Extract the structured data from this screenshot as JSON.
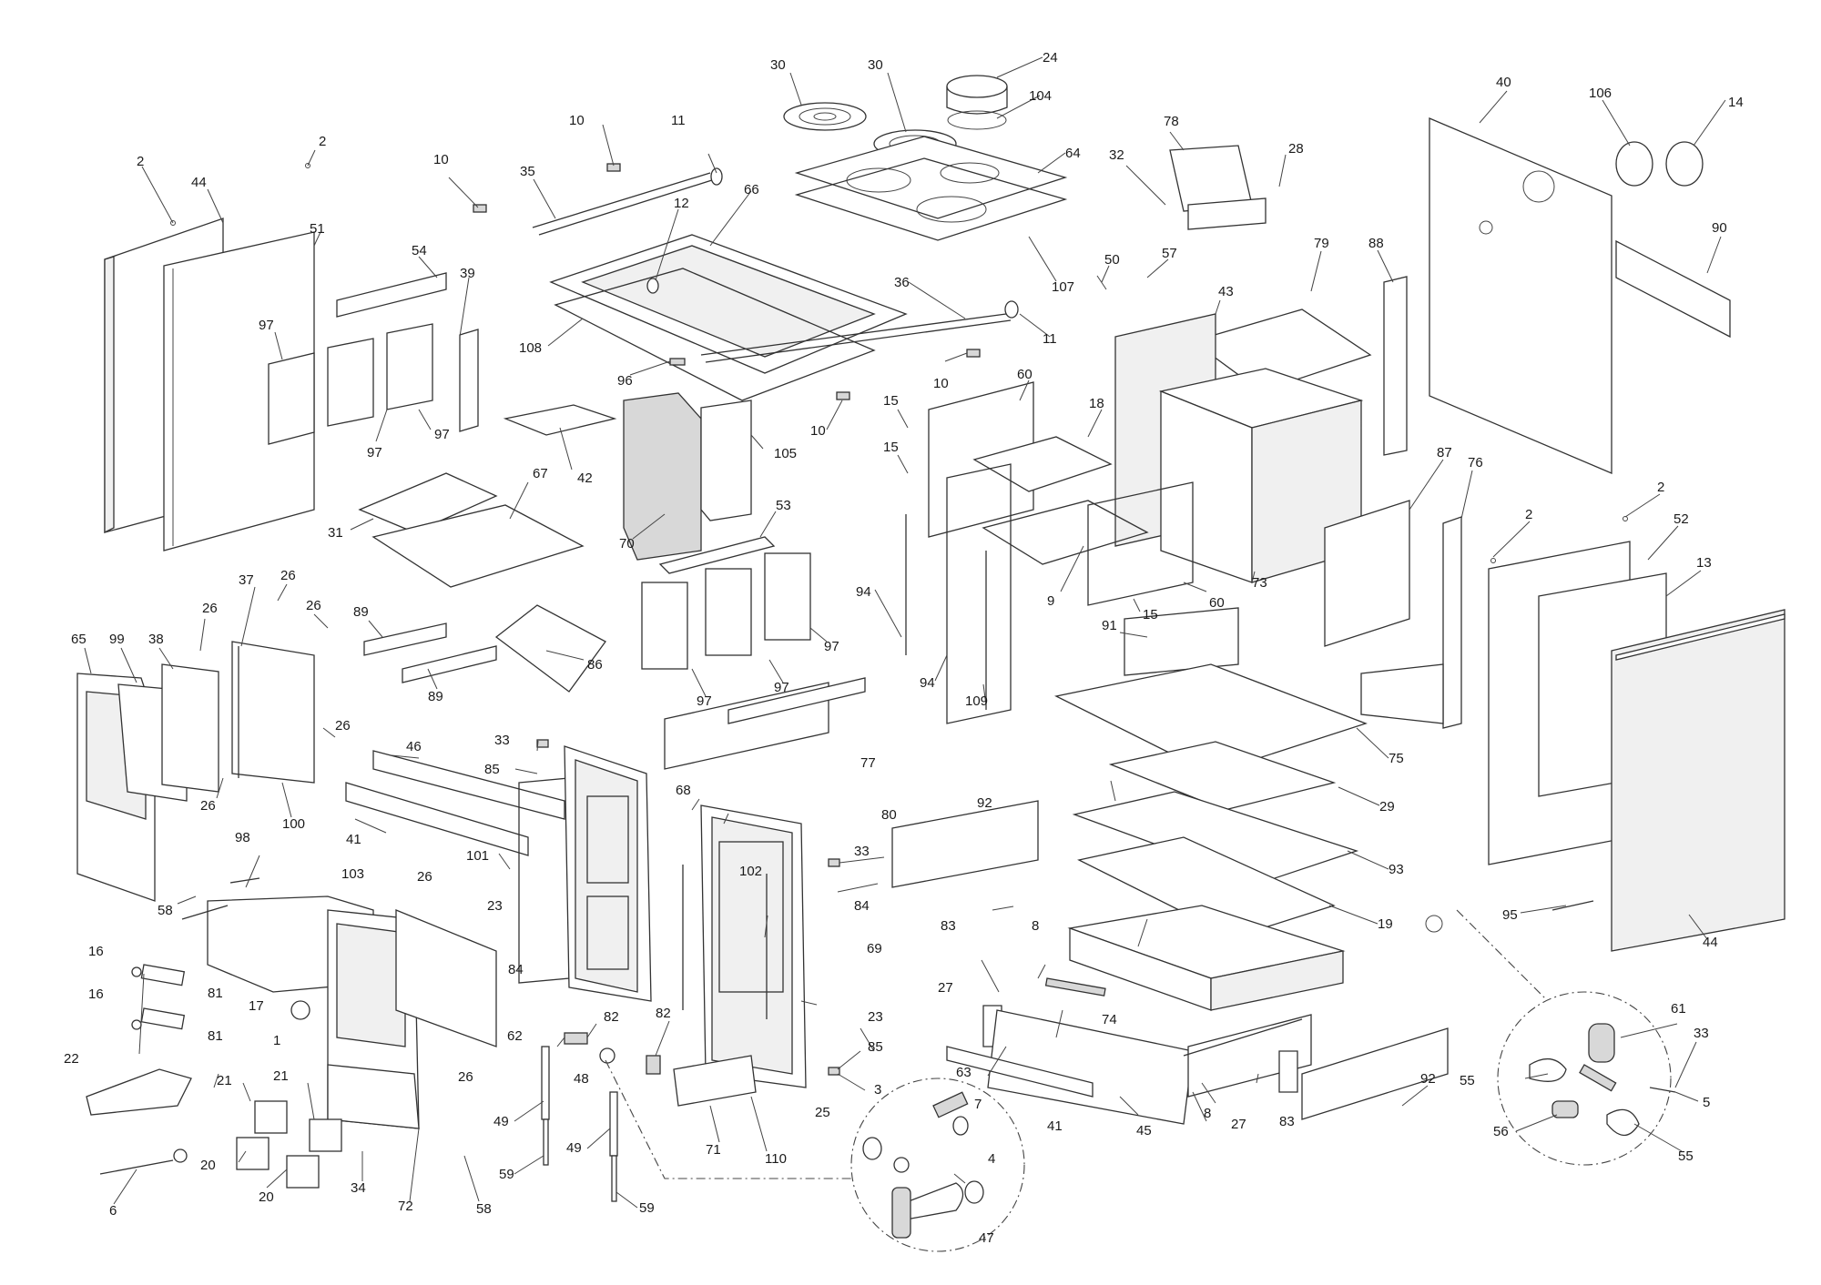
{
  "callouts": [
    {
      "id": "lbl-2-a",
      "text": "2"
    },
    {
      "id": "lbl-44-a",
      "text": "44"
    },
    {
      "id": "lbl-2-b",
      "text": "2"
    },
    {
      "id": "lbl-51",
      "text": "51"
    },
    {
      "id": "lbl-10-a",
      "text": "10"
    },
    {
      "id": "lbl-54",
      "text": "54"
    },
    {
      "id": "lbl-39",
      "text": "39"
    },
    {
      "id": "lbl-97-a",
      "text": "97"
    },
    {
      "id": "lbl-97-b",
      "text": "97"
    },
    {
      "id": "lbl-97-c",
      "text": "97"
    },
    {
      "id": "lbl-10-b",
      "text": "10"
    },
    {
      "id": "lbl-11-a",
      "text": "11"
    },
    {
      "id": "lbl-35",
      "text": "35"
    },
    {
      "id": "lbl-12",
      "text": "12"
    },
    {
      "id": "lbl-66",
      "text": "66"
    },
    {
      "id": "lbl-30-a",
      "text": "30"
    },
    {
      "id": "lbl-30-b",
      "text": "30"
    },
    {
      "id": "lbl-24",
      "text": "24"
    },
    {
      "id": "lbl-104",
      "text": "104"
    },
    {
      "id": "lbl-64",
      "text": "64"
    },
    {
      "id": "lbl-107",
      "text": "107"
    },
    {
      "id": "lbl-36",
      "text": "36"
    },
    {
      "id": "lbl-11-b",
      "text": "11"
    },
    {
      "id": "lbl-108",
      "text": "108"
    },
    {
      "id": "lbl-96",
      "text": "96"
    },
    {
      "id": "lbl-10-c",
      "text": "10"
    },
    {
      "id": "lbl-10-d",
      "text": "10"
    },
    {
      "id": "lbl-42",
      "text": "42"
    },
    {
      "id": "lbl-105",
      "text": "105"
    },
    {
      "id": "lbl-31",
      "text": "31"
    },
    {
      "id": "lbl-67",
      "text": "67"
    },
    {
      "id": "lbl-70",
      "text": "70"
    },
    {
      "id": "lbl-53",
      "text": "53"
    },
    {
      "id": "lbl-97-d",
      "text": "97"
    },
    {
      "id": "lbl-97-e",
      "text": "97"
    },
    {
      "id": "lbl-97-f",
      "text": "97"
    },
    {
      "id": "lbl-86",
      "text": "86"
    },
    {
      "id": "lbl-78",
      "text": "78"
    },
    {
      "id": "lbl-32",
      "text": "32"
    },
    {
      "id": "lbl-28",
      "text": "28"
    },
    {
      "id": "lbl-50",
      "text": "50"
    },
    {
      "id": "lbl-57",
      "text": "57"
    },
    {
      "id": "lbl-79",
      "text": "79"
    },
    {
      "id": "lbl-88",
      "text": "88"
    },
    {
      "id": "lbl-43",
      "text": "43"
    },
    {
      "id": "lbl-60-a",
      "text": "60"
    },
    {
      "id": "lbl-18",
      "text": "18"
    },
    {
      "id": "lbl-15-a",
      "text": "15"
    },
    {
      "id": "lbl-15-b",
      "text": "15"
    },
    {
      "id": "lbl-15-c",
      "text": "15"
    },
    {
      "id": "lbl-60-b",
      "text": "60"
    },
    {
      "id": "lbl-9",
      "text": "9"
    },
    {
      "id": "lbl-73",
      "text": "73"
    },
    {
      "id": "lbl-94-a",
      "text": "94"
    },
    {
      "id": "lbl-94-b",
      "text": "94"
    },
    {
      "id": "lbl-109",
      "text": "109"
    },
    {
      "id": "lbl-40",
      "text": "40"
    },
    {
      "id": "lbl-106",
      "text": "106"
    },
    {
      "id": "lbl-14",
      "text": "14"
    },
    {
      "id": "lbl-90",
      "text": "90"
    },
    {
      "id": "lbl-87",
      "text": "87"
    },
    {
      "id": "lbl-76",
      "text": "76"
    },
    {
      "id": "lbl-2-c",
      "text": "2"
    },
    {
      "id": "lbl-2-d",
      "text": "2"
    },
    {
      "id": "lbl-52",
      "text": "52"
    },
    {
      "id": "lbl-13",
      "text": "13"
    },
    {
      "id": "lbl-91",
      "text": "91"
    },
    {
      "id": "lbl-75",
      "text": "75"
    },
    {
      "id": "lbl-29",
      "text": "29"
    },
    {
      "id": "lbl-93",
      "text": "93"
    },
    {
      "id": "lbl-19",
      "text": "19"
    },
    {
      "id": "lbl-95",
      "text": "95"
    },
    {
      "id": "lbl-44-b",
      "text": "44"
    },
    {
      "id": "lbl-65",
      "text": "65"
    },
    {
      "id": "lbl-99",
      "text": "99"
    },
    {
      "id": "lbl-38",
      "text": "38"
    },
    {
      "id": "lbl-26-a",
      "text": "26"
    },
    {
      "id": "lbl-37",
      "text": "37"
    },
    {
      "id": "lbl-26-b",
      "text": "26"
    },
    {
      "id": "lbl-26-c",
      "text": "26"
    },
    {
      "id": "lbl-26-d",
      "text": "26"
    },
    {
      "id": "lbl-26-e",
      "text": "26"
    },
    {
      "id": "lbl-100",
      "text": "100"
    },
    {
      "id": "lbl-89-a",
      "text": "89"
    },
    {
      "id": "lbl-89-b",
      "text": "89"
    },
    {
      "id": "lbl-98",
      "text": "98"
    },
    {
      "id": "lbl-58-a",
      "text": "58"
    },
    {
      "id": "lbl-46",
      "text": "46"
    },
    {
      "id": "lbl-41-a",
      "text": "41"
    },
    {
      "id": "lbl-33-a",
      "text": "33"
    },
    {
      "id": "lbl-85-a",
      "text": "85"
    },
    {
      "id": "lbl-101",
      "text": "101"
    },
    {
      "id": "lbl-68",
      "text": "68"
    },
    {
      "id": "lbl-77",
      "text": "77"
    },
    {
      "id": "lbl-80",
      "text": "80"
    },
    {
      "id": "lbl-103",
      "text": "103"
    },
    {
      "id": "lbl-26-f",
      "text": "26"
    },
    {
      "id": "lbl-23-a",
      "text": "23"
    },
    {
      "id": "lbl-84-a",
      "text": "84"
    },
    {
      "id": "lbl-102",
      "text": "102"
    },
    {
      "id": "lbl-33-b",
      "text": "33"
    },
    {
      "id": "lbl-84-b",
      "text": "84"
    },
    {
      "id": "lbl-69",
      "text": "69"
    },
    {
      "id": "lbl-92-a",
      "text": "92"
    },
    {
      "id": "lbl-83-a",
      "text": "83"
    },
    {
      "id": "lbl-27-a",
      "text": "27"
    },
    {
      "id": "lbl-8-a",
      "text": "8"
    },
    {
      "id": "lbl-74",
      "text": "74"
    },
    {
      "id": "lbl-16-a",
      "text": "16"
    },
    {
      "id": "lbl-16-b",
      "text": "16"
    },
    {
      "id": "lbl-81-a",
      "text": "81"
    },
    {
      "id": "lbl-81-b",
      "text": "81"
    },
    {
      "id": "lbl-17",
      "text": "17"
    },
    {
      "id": "lbl-1",
      "text": "1"
    },
    {
      "id": "lbl-62",
      "text": "62"
    },
    {
      "id": "lbl-26-g",
      "text": "26"
    },
    {
      "id": "lbl-22",
      "text": "22"
    },
    {
      "id": "lbl-21-a",
      "text": "21"
    },
    {
      "id": "lbl-21-b",
      "text": "21"
    },
    {
      "id": "lbl-20-a",
      "text": "20"
    },
    {
      "id": "lbl-20-b",
      "text": "20"
    },
    {
      "id": "lbl-6",
      "text": "6"
    },
    {
      "id": "lbl-34",
      "text": "34"
    },
    {
      "id": "lbl-72",
      "text": "72"
    },
    {
      "id": "lbl-58-b",
      "text": "58"
    },
    {
      "id": "lbl-48",
      "text": "48"
    },
    {
      "id": "lbl-82-a",
      "text": "82"
    },
    {
      "id": "lbl-82-b",
      "text": "82"
    },
    {
      "id": "lbl-49-a",
      "text": "49"
    },
    {
      "id": "lbl-49-b",
      "text": "49"
    },
    {
      "id": "lbl-59-a",
      "text": "59"
    },
    {
      "id": "lbl-59-b",
      "text": "59"
    },
    {
      "id": "lbl-71",
      "text": "71"
    },
    {
      "id": "lbl-110",
      "text": "110"
    },
    {
      "id": "lbl-23-b",
      "text": "23"
    },
    {
      "id": "lbl-85-b",
      "text": "85"
    },
    {
      "id": "lbl-25",
      "text": "25"
    },
    {
      "id": "lbl-3",
      "text": "3"
    },
    {
      "id": "lbl-63",
      "text": "63"
    },
    {
      "id": "lbl-7",
      "text": "7"
    },
    {
      "id": "lbl-4",
      "text": "4"
    },
    {
      "id": "lbl-47",
      "text": "47"
    },
    {
      "id": "lbl-41-b",
      "text": "41"
    },
    {
      "id": "lbl-45",
      "text": "45"
    },
    {
      "id": "lbl-8-b",
      "text": "8"
    },
    {
      "id": "lbl-27-b",
      "text": "27"
    },
    {
      "id": "lbl-83-b",
      "text": "83"
    },
    {
      "id": "lbl-92-b",
      "text": "92"
    },
    {
      "id": "lbl-61",
      "text": "61"
    },
    {
      "id": "lbl-33-c",
      "text": "33"
    },
    {
      "id": "lbl-55-a",
      "text": "55"
    },
    {
      "id": "lbl-5",
      "text": "5"
    },
    {
      "id": "lbl-56",
      "text": "56"
    },
    {
      "id": "lbl-55-b",
      "text": "55"
    }
  ]
}
